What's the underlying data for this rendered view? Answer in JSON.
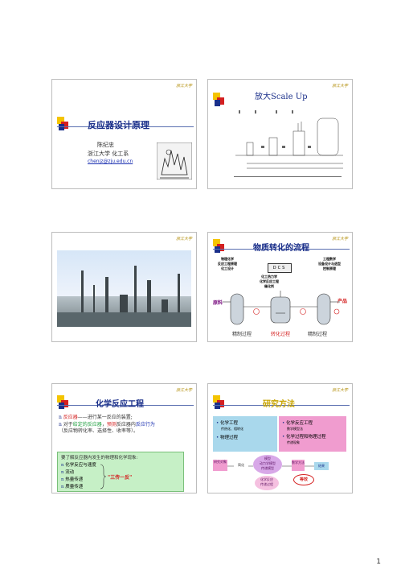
{
  "logo": "浙江大学",
  "page_number": "1",
  "slide1": {
    "title": "反应器设计原理",
    "author": "陈纪忠",
    "affiliation": "浙江大学 化工系",
    "email": "chenjz@zju.edu.cn"
  },
  "slide2": {
    "title": "放大Scale Up"
  },
  "slide4": {
    "title": "物质转化的流程",
    "left_label": "物理化学\n反应工程原理\n化工设计",
    "center_top_label": "化工热力学\n化学反应工程\n催化剂",
    "right_label": "工程数学\n设备设计与选型\n控制原理",
    "dcs": "DCS",
    "raw": "原料",
    "product": "产品",
    "stage1": "精制过程",
    "stage2": "转化过程",
    "stage3": "精制过程"
  },
  "slide5": {
    "title": "化学反应工程",
    "b1_red": "反应器",
    "b1_rest": "——进行某一反应的装置;",
    "b2_a": "对于",
    "b2_green": "给定的反应器",
    "b2_b": "，",
    "b2_red": "预测",
    "b2_c": "反应器内",
    "b2_blue": "反应行为",
    "b2_d": "（反应物转化率、选择性、收率等）。",
    "box_head": "要了解反应器内发生的物理和化学现象:",
    "items": [
      "化学反应与速度",
      "流动",
      "热量传递",
      "质量传递"
    ],
    "brace_label": "\"三传一反\""
  },
  "slide6": {
    "title": "研究方法",
    "left_items": [
      "化学工程",
      "物理过程"
    ],
    "left_sub": "传热化、相转化",
    "right_items": [
      "化学反应工程",
      "化学过程和物理过程"
    ],
    "right_sub1": "数学模型法",
    "right_sub2": "传递现象",
    "flow": [
      "研究对象",
      "简化",
      "模型\n动力学模型\n传递模型",
      "数学方法",
      "结果"
    ],
    "bottom_pill": "化学反应\n传递过程",
    "equal": "等效"
  }
}
